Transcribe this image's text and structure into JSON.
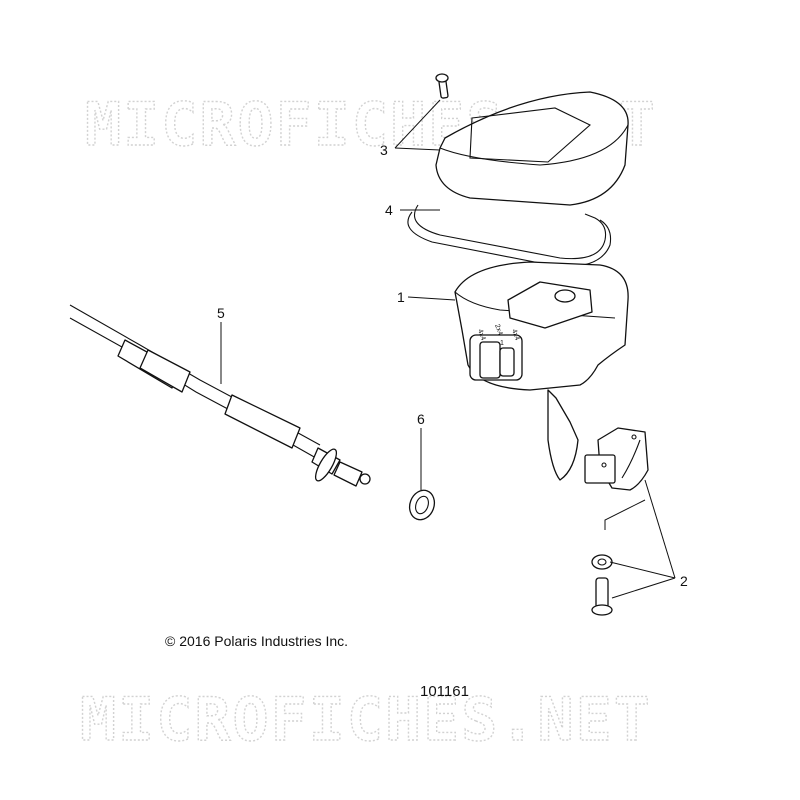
{
  "watermark": {
    "top": "MICROFICHES.NET",
    "bottom": "MICROFICHES.NET"
  },
  "callouts": [
    {
      "id": "1",
      "label": "1"
    },
    {
      "id": "2",
      "label": "2"
    },
    {
      "id": "3",
      "label": "3"
    },
    {
      "id": "4",
      "label": "4"
    },
    {
      "id": "5",
      "label": "5"
    },
    {
      "id": "6",
      "label": "6"
    }
  ],
  "switch_labels": {
    "mode_a": "4x4",
    "mode_b": "2x4",
    "mode_c": "4x4",
    "mode_d": "1"
  },
  "copyright": "© 2016 Polaris Industries Inc.",
  "drawing_number": "101161"
}
